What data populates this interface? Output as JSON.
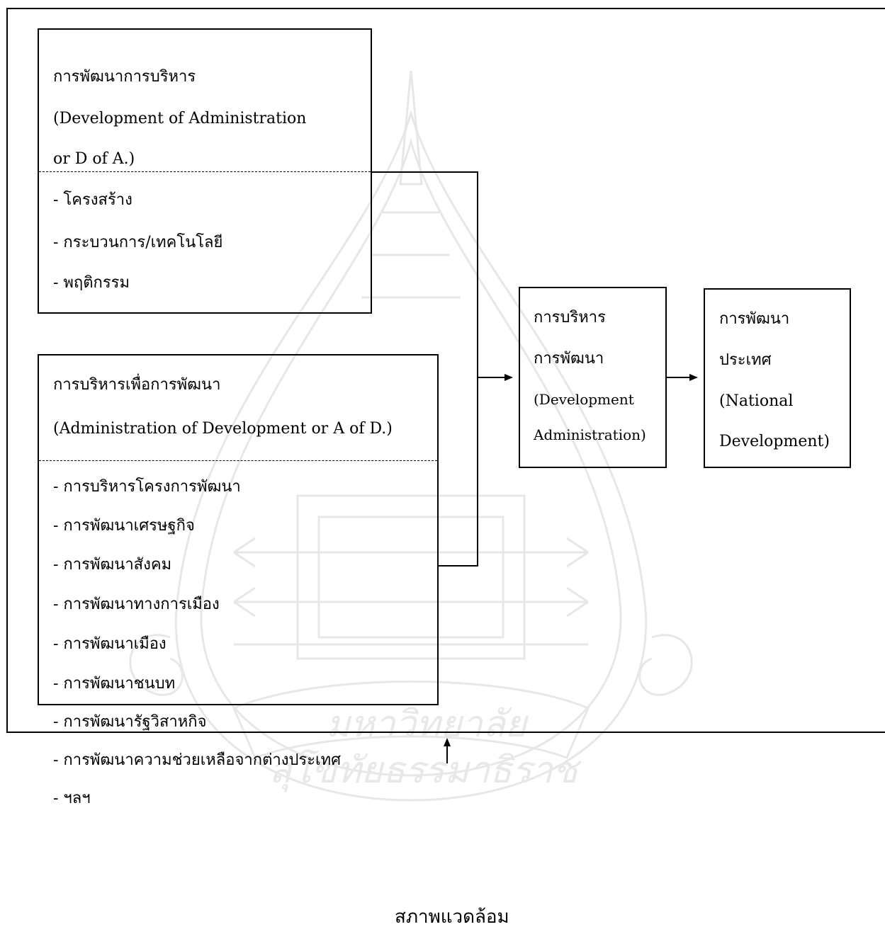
{
  "box_dofa": {
    "title": "การพัฒนาการบริหาร",
    "subtitle_line1": "(Development of Administration",
    "subtitle_line2": "or D of A.)",
    "items": [
      "- โครงสร้าง",
      "- กระบวนการ/เทคโนโลยี",
      "- พฤติกรรม"
    ]
  },
  "box_aofd": {
    "title": "การบริหารเพื่อการพัฒนา",
    "subtitle": "(Administration of Development or A of D.)",
    "items": [
      "- การบริหารโครงการพัฒนา",
      "- การพัฒนาเศรษฐกิจ",
      "- การพัฒนาสังคม",
      "- การพัฒนาทางการเมือง",
      "- การพัฒนาเมือง",
      "- การพัฒนาชนบท",
      "- การพัฒนารัฐวิสาหกิจ",
      "- การพัฒนาความช่วยเหลือจากต่างประเทศ",
      "- ฯลฯ"
    ]
  },
  "box_dev_admin": {
    "line1": "การบริหาร",
    "line2": "การพัฒนา",
    "line3": "(Development",
    "line4": "Administration)"
  },
  "box_national": {
    "line1": "การพัฒนา",
    "line2": "ประเทศ",
    "line3": "(National",
    "line4": "Development)"
  },
  "environment_label": "สภาพแวดล้อม",
  "watermark": {
    "university_text_line1": "มหาวิทยาลัย",
    "university_text_line2": "สุโขทัยธรรมาธิราช",
    "color": "#c8c8c8"
  }
}
